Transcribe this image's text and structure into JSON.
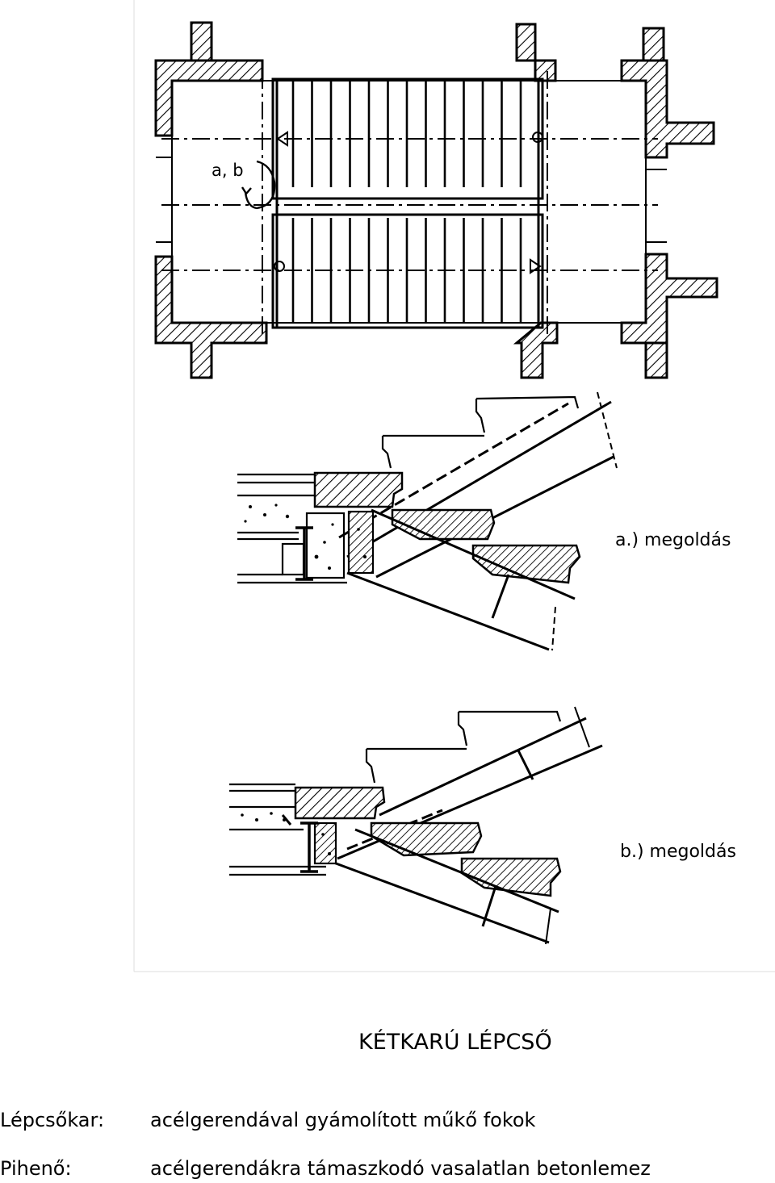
{
  "drawing": {
    "plan_marker": "a, b",
    "section_a_label": "a.) megoldás",
    "section_b_label": "b.) megoldás"
  },
  "caption": {
    "title": "KÉTKARÚ LÉPCSŐ",
    "rows": [
      {
        "term": "Lépcsőkar:",
        "description": "acélgerendával gyámolított műkő fokok"
      },
      {
        "term": "Pihenő:",
        "description": "acélgerendákra támaszkodó vasalatlan betonlemez"
      }
    ]
  },
  "colors": {
    "ink": "#000000",
    "paper": "#ffffff",
    "frame": "#dddddd"
  }
}
